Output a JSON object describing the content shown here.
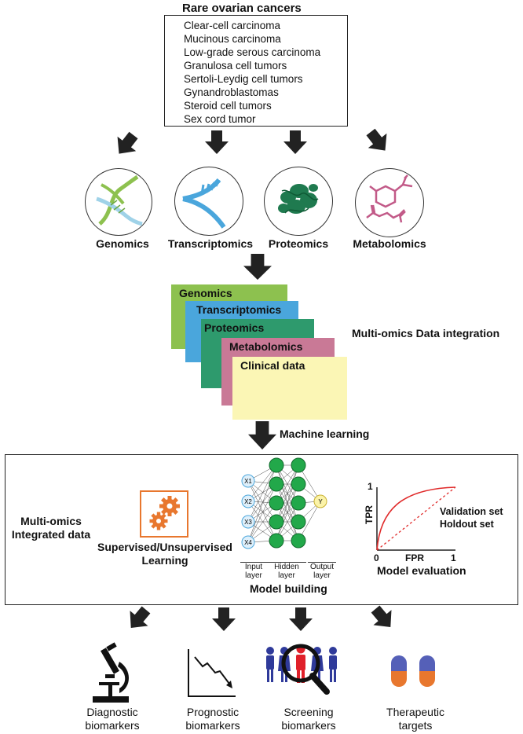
{
  "header": {
    "title": "Rare ovarian cancers",
    "cancers": [
      "Clear-cell carcinoma",
      "Mucinous carcinoma",
      "Low-grade serous carcinoma",
      "Granulosa cell tumors",
      "Sertoli-Leydig cell tumors",
      "Gynandroblastomas",
      "Steroid cell tumors",
      "Sex cord tumor"
    ]
  },
  "omics": [
    {
      "label": "Genomics",
      "icon": "dna-icon"
    },
    {
      "label": "Transcriptomics",
      "icon": "rna-icon"
    },
    {
      "label": "Proteomics",
      "icon": "protein-icon"
    },
    {
      "label": "Metabolomics",
      "icon": "molecule-icon"
    }
  ],
  "integration": {
    "layers": [
      {
        "label": "Genomics",
        "color": "#8dc14f"
      },
      {
        "label": "Transcriptomics",
        "color": "#4aa6dc"
      },
      {
        "label": "Proteomics",
        "color": "#2e9a6d"
      },
      {
        "label": "Metabolomics",
        "color": "#c97996"
      },
      {
        "label": "Clinical data",
        "color": "#fbf6b5"
      }
    ],
    "caption": "Multi-omics Data integration"
  },
  "ml_label": "Machine learning",
  "pipeline": {
    "input_label_line1": "Multi-omics",
    "input_label_line2": "Integrated data",
    "learning_label_line1": "Supervised/Unsupervised",
    "learning_label_line2": "Learning",
    "network": {
      "inputs": [
        "X1",
        "X2",
        "X3",
        "X4"
      ],
      "output": "Y",
      "input_layer_line1": "Input",
      "input_layer_line2": "layer",
      "hidden_layer_line1": "Hidden",
      "hidden_layer_line2": "layer",
      "output_layer_line1": "Output",
      "output_layer_line2": "layer",
      "caption": "Model building"
    },
    "roc": {
      "ylabel": "TPR",
      "xlabel": "FPR",
      "y_top": "1",
      "origin": "0",
      "x_right": "1",
      "set1": "Validation set",
      "set2": "Holdout set",
      "caption": "Model evaluation"
    },
    "accent_color": "#e8772e"
  },
  "outcomes": [
    {
      "line1": "Diagnostic",
      "line2": "biomarkers",
      "icon": "microscope-icon"
    },
    {
      "line1": "Prognostic",
      "line2": "biomarkers",
      "icon": "declining-chart-icon"
    },
    {
      "line1": "Screening",
      "line2": "biomarkers",
      "icon": "magnifier-people-icon"
    },
    {
      "line1": "Therapeutic",
      "line2": "targets",
      "icon": "capsules-icon"
    }
  ]
}
